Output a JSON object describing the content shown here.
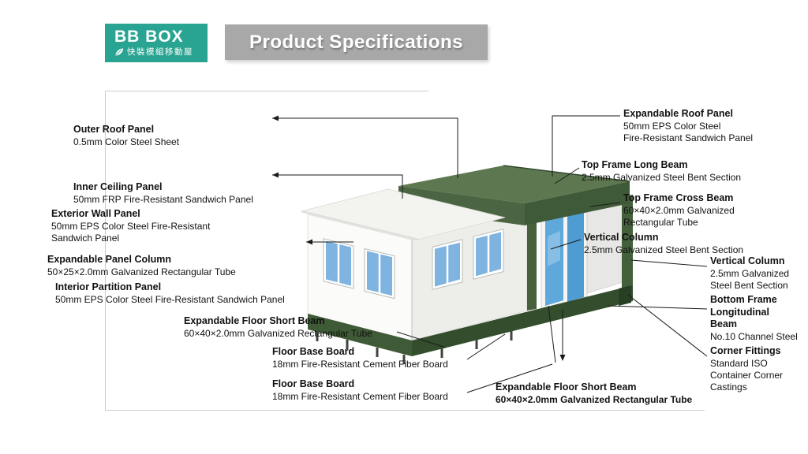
{
  "logo": {
    "brand": "BB BOX",
    "tagline": "快裝模組移動屋",
    "icon": "leaf-icon"
  },
  "banner": {
    "title": "Product Specifications"
  },
  "labels": [
    {
      "title": "Outer Roof Panel",
      "desc": "0.5mm Color Steel Sheet"
    },
    {
      "title": "Inner Ceiling Panel",
      "desc": "50mm FRP Fire-Resistant Sandwich Panel"
    },
    {
      "title": "Exterior Wall Panel",
      "desc": "50mm EPS Color Steel Fire-Resistant\nSandwich Panel"
    },
    {
      "title": "Expandable Panel Column",
      "desc": "50×25×2.0mm Galvanized Rectangular Tube"
    },
    {
      "title": "Interior Partition Panel",
      "desc": "50mm EPS Color Steel Fire-Resistant Sandwich Panel"
    },
    {
      "title": "Expandable Floor Short Beam",
      "desc": "60×40×2.0mm Galvanized Rectangular Tube"
    },
    {
      "title": "Floor Base Board",
      "desc": "18mm Fire-Resistant Cement Fiber Board"
    },
    {
      "title": "Floor Base Board",
      "desc": "18mm Fire-Resistant Cement Fiber Board"
    },
    {
      "title": "Expandable Roof Panel",
      "desc": "50mm EPS Color Steel\nFire-Resistant Sandwich Panel"
    },
    {
      "title": "Top Frame Long Beam",
      "desc": "2.5mm Galvanized Steel Bent Section"
    },
    {
      "title": "Top Frame Cross Beam",
      "desc": "60×40×2.0mm Galvanized\nRectangular Tube"
    },
    {
      "title": "Vertical Column",
      "desc": "2.5mm Galvanized Steel Bent Section"
    },
    {
      "title": "Vertical Column",
      "desc": "2.5mm Galvanized\nSteel Bent Section"
    },
    {
      "title": "Bottom Frame\nLongitudinal\nBeam",
      "desc": "No.10 Channel Steel"
    },
    {
      "title": "Corner Fittings",
      "desc": "Standard ISO\nContainer Corner\nCastings"
    },
    {
      "title": "Expandable Floor Short Beam",
      "desc": "60×40×2.0mm Galvanized Rectangular Tube"
    }
  ],
  "illustration": {
    "subject": "expandable-container-house",
    "colors": {
      "logo_teal": "#2aa492",
      "banner_gray": "#a8a8a8",
      "roof_green_top": "#5d7850",
      "roof_green_left": "#4b6542",
      "roof_green_dark": "#3f5a38",
      "base_green": "#3a5433",
      "wall_white": "#fbfbf9",
      "wing_roof_white": "#f3f3f0",
      "glass_blue": "#7fb4e0",
      "door_glass_blue": "#58a3d8",
      "leader_line": "#1a1a1a",
      "frame_line": "#cccccc"
    }
  }
}
